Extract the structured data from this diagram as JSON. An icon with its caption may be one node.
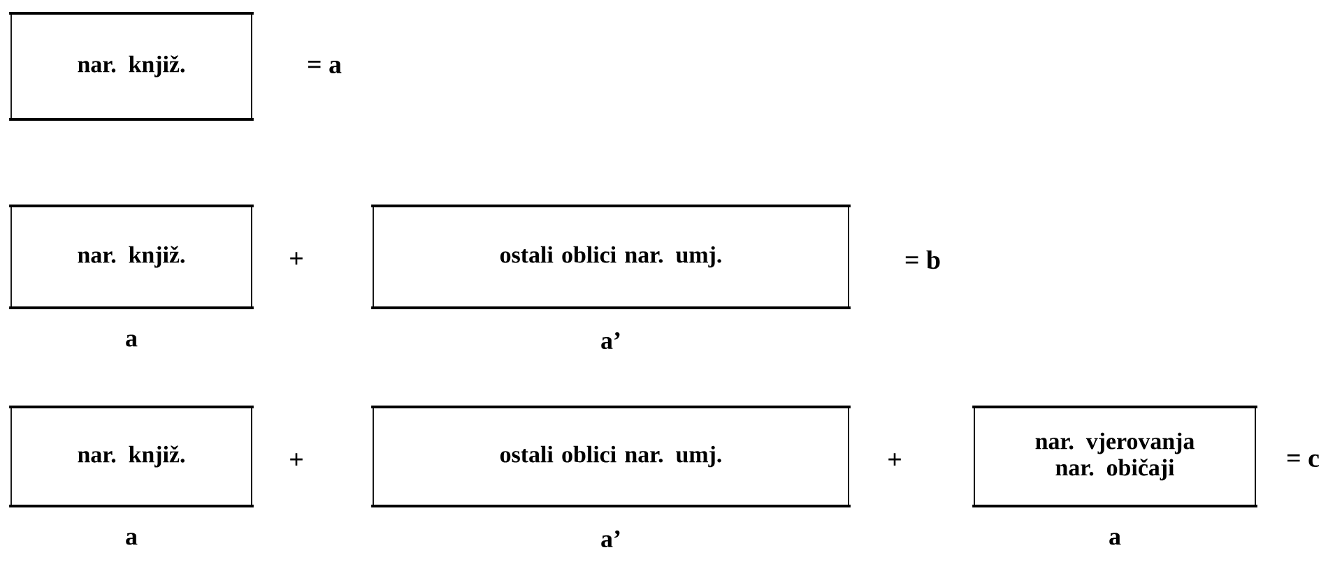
{
  "diagram": {
    "nodes": [
      {
        "text": [
          "nar. knjiž."
        ]
      },
      {
        "text": [
          "nar. knjiž."
        ],
        "beside": [
          "a"
        ]
      },
      {
        "text": [
          "ostali oblici nar. umj."
        ],
        "beside": [
          "a’"
        ]
      },
      {
        "text": [
          "nar. knjiž."
        ],
        "beside": [
          "a"
        ]
      },
      {
        "text": [
          "ostali oblici nar. umj."
        ],
        "beside": [
          "a’"
        ]
      },
      {
        "text": [
          "nar. vjerovanja nar. običaji"
        ],
        "beside": [
          "a"
        ]
      }
    ],
    "labels": [
      "= a",
      "+",
      "= b",
      "+",
      "+",
      "= c"
    ]
  }
}
